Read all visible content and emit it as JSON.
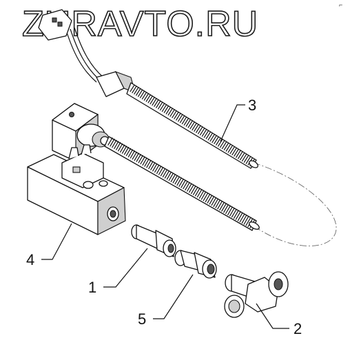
{
  "watermark": {
    "text": "ZURAVTO.RU"
  },
  "corner_mark": "⌐",
  "callouts": [
    {
      "id": "3",
      "label": "3"
    },
    {
      "id": "4",
      "label": "4"
    },
    {
      "id": "1",
      "label": "1"
    },
    {
      "id": "5",
      "label": "5"
    },
    {
      "id": "2",
      "label": "2"
    }
  ]
}
